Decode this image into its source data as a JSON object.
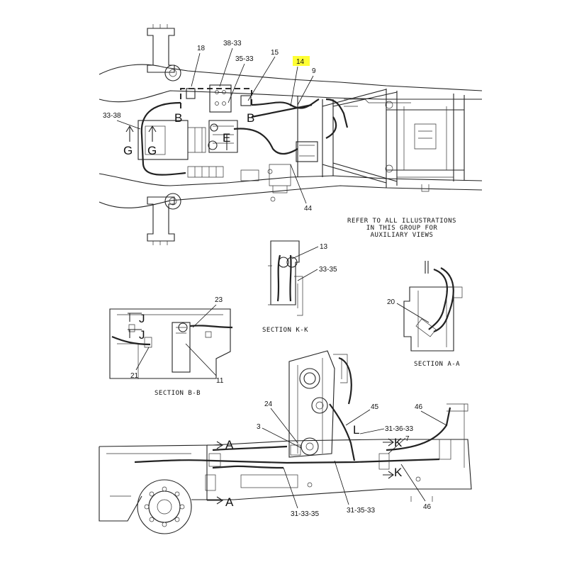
{
  "callouts": {
    "c18": "18",
    "c38_33": "38-33",
    "c35_33": "35-33",
    "c15": "15",
    "c14": "14",
    "c9": "9",
    "c33_38": "33-38",
    "c44": "44",
    "c13": "13",
    "c33_35": "33-35",
    "c20": "20",
    "c23": "23",
    "c21": "21",
    "c11": "11",
    "c24": "24",
    "c3": "3",
    "c45": "45",
    "c31_36_33": "31-36-33",
    "c7": "7",
    "c46a": "46",
    "c46b": "46",
    "c31_33_35": "31-33-35",
    "c31_35_33": "31-35-33"
  },
  "highlight": {
    "callout": "14",
    "color": "#ffff33"
  },
  "view_letters": {
    "g1": "G",
    "g2": "G",
    "b1": "B",
    "b2": "B",
    "e": "E",
    "j1": "J",
    "j2": "J",
    "a1": "A",
    "a2": "A",
    "k1": "K",
    "k2": "K",
    "l": "L"
  },
  "note": [
    "REFER TO ALL ILLUSTRATIONS",
    "IN THIS GROUP FOR",
    "AUXILIARY VIEWS"
  ],
  "sections": {
    "kk": "SECTION K-K",
    "aa": "SECTION A-A",
    "bb": "SECTION B-B"
  }
}
